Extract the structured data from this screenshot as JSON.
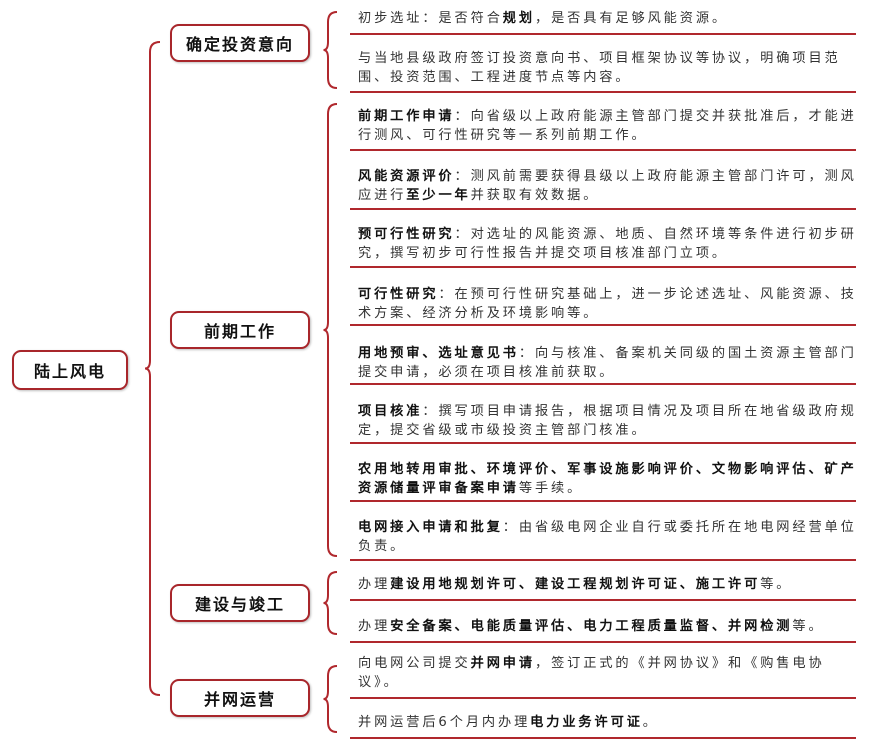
{
  "root": {
    "label": "陆上风电"
  },
  "colors": {
    "accent": "#b0282d"
  },
  "categories": [
    {
      "label": "确定投资意向",
      "items": [
        [
          {
            "t": "初步选址：是否符合"
          },
          {
            "t": "规划",
            "b": true
          },
          {
            "t": "，是否具有足够风能资源。"
          }
        ],
        [
          {
            "t": "与当地县级政府签订投资意向书、项目框架协议等协议，明确项目范围、投资范围、工程进度节点等内容。"
          }
        ]
      ]
    },
    {
      "label": "前期工作",
      "items": [
        [
          {
            "t": "前期工作申请",
            "b": true
          },
          {
            "t": "：向省级以上政府能源主管部门提交并获批准后，才能进行测风、可行性研究等一系列前期工作。"
          }
        ],
        [
          {
            "t": "风能资源评价",
            "b": true
          },
          {
            "t": "：测风前需要获得县级以上政府能源主管部门许可，测风应进行"
          },
          {
            "t": "至少一年",
            "b": true
          },
          {
            "t": "并获取有效数据。"
          }
        ],
        [
          {
            "t": "预可行性研究",
            "b": true
          },
          {
            "t": "：对选址的风能资源、地质、自然环境等条件进行初步研究，撰写初步可行性报告并提交项目核准部门立项。"
          }
        ],
        [
          {
            "t": "可行性研究",
            "b": true
          },
          {
            "t": "：在预可行性研究基础上，进一步论述选址、风能资源、技术方案、经济分析及环境影响等。"
          }
        ],
        [
          {
            "t": "用地预审、选址意见书",
            "b": true
          },
          {
            "t": "：向与核准、备案机关同级的国土资源主管部门提交申请，必须在项目核准前获取。"
          }
        ],
        [
          {
            "t": "项目核准",
            "b": true
          },
          {
            "t": "：撰写项目申请报告，根据项目情况及项目所在地省级政府规定，提交省级或市级投资主管部门核准。"
          }
        ],
        [
          {
            "t": "农用地转用审批、环境评价、军事设施影响评价、文物影响评估、矿产资源储量评审备案申请",
            "b": true
          },
          {
            "t": "等手续。"
          }
        ],
        [
          {
            "t": "电网接入申请和批复",
            "b": true
          },
          {
            "t": "：由省级电网企业自行或委托所在地电网经营单位负责。"
          }
        ]
      ]
    },
    {
      "label": "建设与竣工",
      "items": [
        [
          {
            "t": "办理"
          },
          {
            "t": "建设用地规划许可、建设工程规划许可证、施工许可",
            "b": true
          },
          {
            "t": "等。"
          }
        ],
        [
          {
            "t": "办理"
          },
          {
            "t": "安全备案、电能质量评估、电力工程质量监督、并网检测",
            "b": true
          },
          {
            "t": "等。"
          }
        ]
      ]
    },
    {
      "label": "并网运营",
      "items": [
        [
          {
            "t": "向电网公司提交"
          },
          {
            "t": "并网申请",
            "b": true
          },
          {
            "t": "，签订正式的《并网协议》和《购售电协议》。"
          }
        ],
        [
          {
            "t": "并网运营后6个月内办理"
          },
          {
            "t": "电力业务许可证",
            "b": true
          },
          {
            "t": "。"
          }
        ]
      ]
    }
  ]
}
